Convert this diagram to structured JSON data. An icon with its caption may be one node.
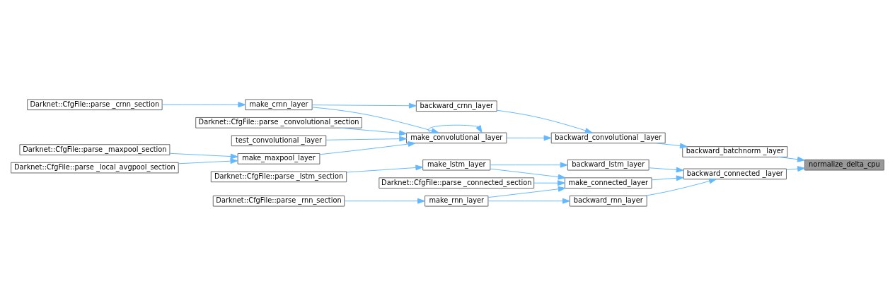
{
  "diagram": {
    "nodes": [
      {
        "text": [
          "normalize_delta_cpu"
        ]
      },
      {
        "text": [
          "backward_batchnorm _layer"
        ]
      },
      {
        "text": [
          "backward_connected _layer"
        ]
      },
      {
        "text": [
          "backward_convolutional _layer"
        ]
      },
      {
        "text": [
          "backward_lstm_layer"
        ]
      },
      {
        "text": [
          "make_connected_layer"
        ]
      },
      {
        "text": [
          "backward_rnn_layer"
        ]
      },
      {
        "text": [
          "make_convolutional _layer"
        ]
      },
      {
        "text": [
          "backward_crnn_layer"
        ]
      },
      {
        "text": [
          "make_lstm_layer"
        ]
      },
      {
        "text": [
          "make_rnn_layer"
        ]
      },
      {
        "text": [
          "make_maxpool_layer"
        ]
      },
      {
        "text": [
          "Darknet::CfgFile::parse _convolutional_section"
        ]
      },
      {
        "text": [
          "test_convolutional _layer"
        ]
      },
      {
        "text": [
          "make_crnn_layer"
        ]
      },
      {
        "text": [
          "Darknet::CfgFile::parse _maxpool_section"
        ]
      },
      {
        "text": [
          "Darknet::CfgFile::parse _local_avgpool_section"
        ]
      },
      {
        "text": [
          "Darknet::CfgFile::parse _crnn_section"
        ]
      },
      {
        "text": [
          "Darknet::CfgFile::parse _lstm_section"
        ]
      },
      {
        "text": [
          "Darknet::CfgFile::parse _connected_section"
        ]
      },
      {
        "text": [
          "Darknet::CfgFile::parse _rnn_section"
        ]
      }
    ],
    "edges": [
      {
        "from": 1,
        "to": 0,
        "arrow": "to"
      },
      {
        "from": 2,
        "to": 0,
        "arrow": "to"
      },
      {
        "from": 3,
        "to": 1,
        "arrow": "to"
      },
      {
        "from": 4,
        "to": 2,
        "arrow": "to"
      },
      {
        "from": 5,
        "to": 2,
        "arrow": "to"
      },
      {
        "from": 6,
        "to": 2,
        "arrow": "to"
      },
      {
        "from": 7,
        "to": 3,
        "arrow": "to"
      },
      {
        "from": 8,
        "to": 3,
        "arrow": "to"
      },
      {
        "from": 7,
        "to": 7,
        "arrow": "to"
      },
      {
        "from": 11,
        "to": 7,
        "arrow": "to"
      },
      {
        "from": 12,
        "to": 7,
        "arrow": "to"
      },
      {
        "from": 13,
        "to": 7,
        "arrow": "to"
      },
      {
        "from": 14,
        "to": 7,
        "arrow": "to"
      },
      {
        "from": 14,
        "to": 8,
        "arrow": "to"
      },
      {
        "from": 9,
        "to": 4,
        "arrow": "to"
      },
      {
        "from": 9,
        "to": 5,
        "arrow": "to"
      },
      {
        "from": 19,
        "to": 5,
        "arrow": "to"
      },
      {
        "from": 10,
        "to": 5,
        "arrow": "to"
      },
      {
        "from": 10,
        "to": 6,
        "arrow": "to"
      },
      {
        "from": 15,
        "to": 11,
        "arrow": "to"
      },
      {
        "from": 16,
        "to": 11,
        "arrow": "to"
      },
      {
        "from": 17,
        "to": 14,
        "arrow": "to"
      },
      {
        "from": 18,
        "to": 9,
        "arrow": "to"
      },
      {
        "from": 20,
        "to": 10,
        "arrow": "to"
      }
    ]
  }
}
